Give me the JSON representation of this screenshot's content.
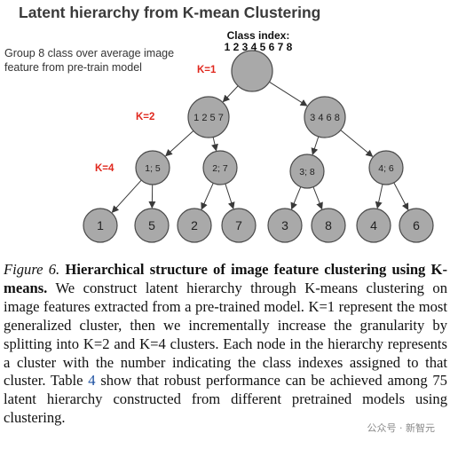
{
  "figure": {
    "title": "Latent hierarchy from K-mean Clustering",
    "subtitle_lines": [
      "Group 8 class over average image",
      "feature from pre-train model"
    ],
    "class_index_label": "Class index:",
    "class_index_values": "1 2 3 4 5 6 7 8",
    "levels": [
      {
        "label": "K=1",
        "nodes": [
          ""
        ]
      },
      {
        "label": "K=2",
        "nodes": [
          "1 2 5 7",
          "3 4 6 8"
        ]
      },
      {
        "label": "K=4",
        "nodes": [
          "1; 5",
          "2; 7",
          "3; 8",
          "4; 6"
        ]
      },
      {
        "label": "",
        "nodes": [
          "1",
          "5",
          "2",
          "7",
          "3",
          "8",
          "4",
          "6"
        ]
      }
    ],
    "colors": {
      "node_fill": "#a9a9a9",
      "node_stroke": "#4a4a4a",
      "edge": "#3a3a3a",
      "k_label": "#e0281e"
    }
  },
  "caption": {
    "figure_label": "Figure 6.",
    "bold_title": "Hierarchical structure of image feature clustering using K-means.",
    "text_before_ref": "We construct latent hierarchy through K-means clustering on image features extracted from a pre-trained model. K=1 represent the most generalized cluster, then we incrementally increase the granularity by splitting into K=2 and K=4 clusters. Each node in the hierarchy represents a cluster with the number indicating the class indexes assigned to that cluster. Table",
    "table_ref": "4",
    "text_after_ref": "show that robust performance can be achieved among 75 latent hierarchy constructed from different pretrained models using clustering."
  },
  "watermark": "公众号 · 新智元"
}
